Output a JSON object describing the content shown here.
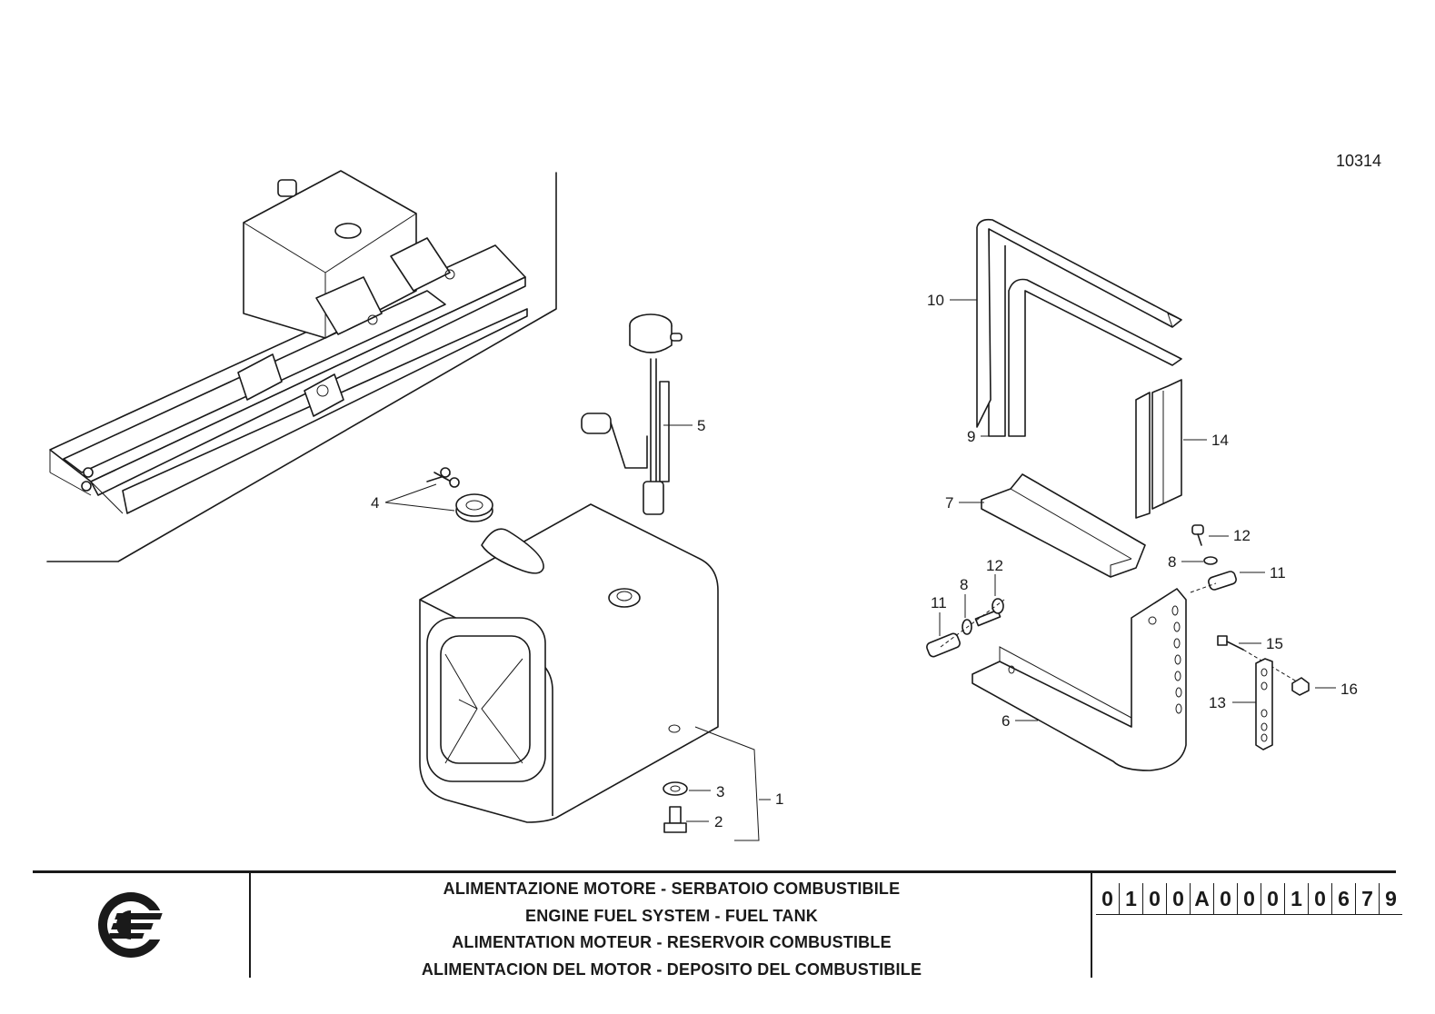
{
  "drawing": {
    "ref_number": "10314",
    "callouts": [
      "1",
      "2",
      "3",
      "4",
      "5",
      "6",
      "7",
      "8",
      "8",
      "9",
      "10",
      "11",
      "11",
      "12",
      "12",
      "13",
      "14",
      "15",
      "16"
    ]
  },
  "title_block": {
    "titles": [
      "ALIMENTAZIONE MOTORE - SERBATOIO COMBUSTIBILE",
      "ENGINE FUEL SYSTEM - FUEL TANK",
      "ALIMENTATION MOTEUR - RESERVOIR COMBUSTIBLE",
      "ALIMENTACION DEL MOTOR - DEPOSITO DEL COMBUSTIBILE"
    ],
    "code_digits": [
      "0",
      "1",
      "0",
      "0",
      "A",
      "0",
      "0",
      "0",
      "1",
      "0",
      "6",
      "7",
      "9"
    ],
    "logo_icon": "manufacturer-logo-icon"
  }
}
